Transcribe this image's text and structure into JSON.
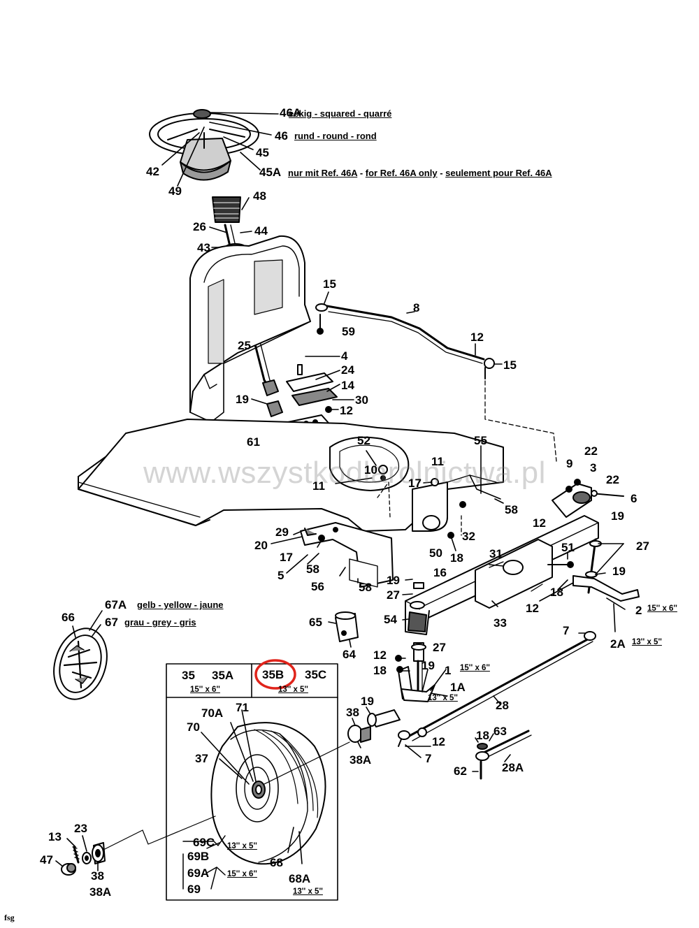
{
  "watermark": "www.wszystkodlarolnictwa.pl",
  "footer_code": "fsg",
  "accent_color": "#e0241b",
  "highlighted_part": "35B",
  "notes": {
    "n46A": "eckig - squared - quarré",
    "n46": "rund - round - rond",
    "n45A_a": "nur mit Ref. 46A",
    "n45A_b": "for Ref. 46A only",
    "n45A_c": "seulement pour Ref. 46A",
    "n67A": "gelb - yellow - jaune",
    "n67": "grau - grey - gris"
  },
  "sizes": {
    "s2": "15'' x 6''",
    "s2A": "13'' x 5''",
    "s1": "15'' x 6''",
    "s1A": "13'' x 5''",
    "s35": "15'' x 6''",
    "s35B": "13'' x 5''",
    "s69C": "13'' x 5''",
    "s69A": "15'' x 6''",
    "s68A": "13'' x 5''"
  },
  "sep": " - ",
  "labels": {
    "p46A": "46A",
    "p46": "46",
    "p45": "45",
    "p45A": "45A",
    "p42": "42",
    "p49": "49",
    "p48": "48",
    "p26": "26",
    "p44": "44",
    "p43": "43",
    "p15a": "15",
    "p8": "8",
    "p59": "59",
    "p12a": "12",
    "p15b": "15",
    "p25": "25",
    "p4": "4",
    "p24": "24",
    "p14": "14",
    "p19a": "19",
    "p30": "30",
    "p12b": "12",
    "p61": "61",
    "p52": "52",
    "p10": "10",
    "p11a": "11",
    "p11b": "11",
    "p17a": "17",
    "p55": "55",
    "p22a": "22",
    "p9": "9",
    "p3": "3",
    "p22b": "22",
    "p6": "6",
    "p58a": "58",
    "p12c": "12",
    "p19b": "19",
    "p29": "29",
    "p20": "20",
    "p17b": "17",
    "p5": "5",
    "p58b": "58",
    "p56": "56",
    "p58c": "58",
    "p32": "32",
    "p50": "50",
    "p18a": "18",
    "p31": "31",
    "p51": "51",
    "p27a": "27",
    "p16": "16",
    "p19c": "19",
    "p27b": "27",
    "p18b": "18",
    "p19d": "19",
    "p12d": "12",
    "p54": "54",
    "p33": "33",
    "p2": "2",
    "p2A": "2A",
    "p7a": "7",
    "p66": "66",
    "p67A": "67A",
    "p67": "67",
    "p65": "65",
    "p64": "64",
    "p27c": "27",
    "p12e": "12",
    "p18c": "18",
    "p19e": "19",
    "p1": "1",
    "p1A": "1A",
    "p28": "28",
    "p38a": "38",
    "p19f": "19",
    "p38Aa": "38A",
    "p12f": "12",
    "p7b": "7",
    "p18d": "18",
    "p63": "63",
    "p62": "62",
    "p28A": "28A",
    "p13": "13",
    "p23": "23",
    "p47": "47",
    "p38b": "38",
    "p38Ab": "38A"
  },
  "box": {
    "h35": "35",
    "h35A": "35A",
    "h35B": "35B",
    "h35C": "35C",
    "p70A": "70A",
    "p71": "71",
    "p70": "70",
    "p37": "37",
    "p69C": "69C",
    "p69B": "69B",
    "p69A": "69A",
    "p69": "69",
    "p68": "68",
    "p68A": "68A"
  }
}
